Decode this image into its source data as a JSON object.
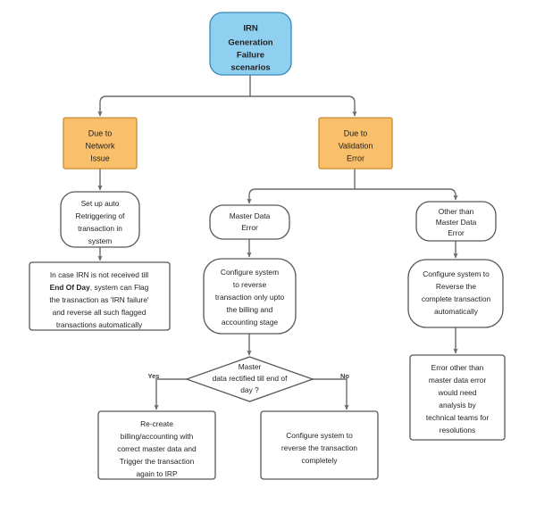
{
  "diagram": {
    "title": "IRN Generation Failure scenarios flowchart",
    "background": "#ffffff",
    "palette": {
      "root_fill": "#8fd0f0",
      "root_stroke": "#3a89b8",
      "category_fill": "#f9bf6a",
      "category_stroke": "#c88b2e",
      "plain_fill": "#ffffff",
      "plain_stroke": "#56585c",
      "edge_color": "#6a6a6a",
      "text_color": "#1f1f1f"
    },
    "nodes": {
      "root": {
        "id": "root",
        "shape": "stadium",
        "lines": [
          "IRN",
          "Generation",
          "Failure",
          "scenarios"
        ],
        "bold": true,
        "fill": "#8fd0f0",
        "stroke": "#3a89b8"
      },
      "network_issue": {
        "id": "network-issue",
        "shape": "rect",
        "lines": [
          "Due to",
          "Network",
          "Issue"
        ],
        "fill": "#f9bf6a",
        "stroke": "#c88b2e"
      },
      "validation_error": {
        "id": "validation-error",
        "shape": "rect",
        "lines": [
          "Due to",
          "Validation",
          "Error"
        ],
        "fill": "#f9bf6a",
        "stroke": "#c88b2e"
      },
      "auto_retrigger": {
        "id": "auto-retrigger",
        "shape": "stadium",
        "lines": [
          "Set up auto",
          "Retriggering of",
          "transaction in",
          "system"
        ],
        "fill": "#ffffff",
        "stroke": "#56585c"
      },
      "end_of_day": {
        "id": "end-of-day-flagging",
        "shape": "rect",
        "lines": [
          "In case IRN is not received till",
          "End Of Day, system can Flag",
          "the trasnaction as 'IRN failure'",
          "and reverse all such flagged",
          "transactions automatically"
        ],
        "bold_segment": "End Of Day",
        "fill": "#ffffff",
        "stroke": "#56585c"
      },
      "master_data_error": {
        "id": "master-data-error",
        "shape": "stadium",
        "lines": [
          "Master Data",
          "Error"
        ],
        "fill": "#ffffff",
        "stroke": "#56585c"
      },
      "other_than_master_data_error": {
        "id": "other-than-master-data-error",
        "shape": "stadium",
        "lines": [
          "Other than",
          "Master Data",
          "Error"
        ],
        "fill": "#ffffff",
        "stroke": "#56585c"
      },
      "configure_upto_billing": {
        "id": "configure-reverse-upto-billing",
        "shape": "stadium",
        "lines": [
          "Configure system",
          "to reverse",
          "transaction only upto",
          "the billing and",
          "accounting stage"
        ],
        "fill": "#ffffff",
        "stroke": "#56585c"
      },
      "configure_reverse_complete": {
        "id": "configure-reverse-complete",
        "shape": "stadium",
        "lines": [
          "Configure system to",
          "Reverse the",
          "complete transaction",
          "automatically"
        ],
        "fill": "#ffffff",
        "stroke": "#56585c"
      },
      "decision": {
        "id": "master-data-rectified-decision",
        "shape": "diamond",
        "lines": [
          "Master",
          "data rectified till end of",
          "day ?"
        ],
        "fill": "#ffffff",
        "stroke": "#56585c"
      },
      "recreate_billing": {
        "id": "recreate-billing",
        "shape": "rect",
        "lines": [
          "Re-create",
          "billing/accounting  with",
          "correct master data and",
          "Trigger the transaction",
          "again to IRP"
        ],
        "fill": "#ffffff",
        "stroke": "#56585c"
      },
      "reverse_completely": {
        "id": "configure-reverse-completely",
        "shape": "rect",
        "lines": [
          "Configure system to",
          "reverse the transaction",
          "completely"
        ],
        "fill": "#ffffff",
        "stroke": "#56585c"
      },
      "technical_analysis": {
        "id": "technical-team-analysis",
        "shape": "rect",
        "lines": [
          "Error other than",
          "master data error",
          "would need",
          "analysis by",
          "technical teams for",
          "resolutions"
        ],
        "fill": "#ffffff",
        "stroke": "#56585c"
      }
    },
    "edge_labels": {
      "yes": "Yes",
      "no": "No"
    }
  }
}
